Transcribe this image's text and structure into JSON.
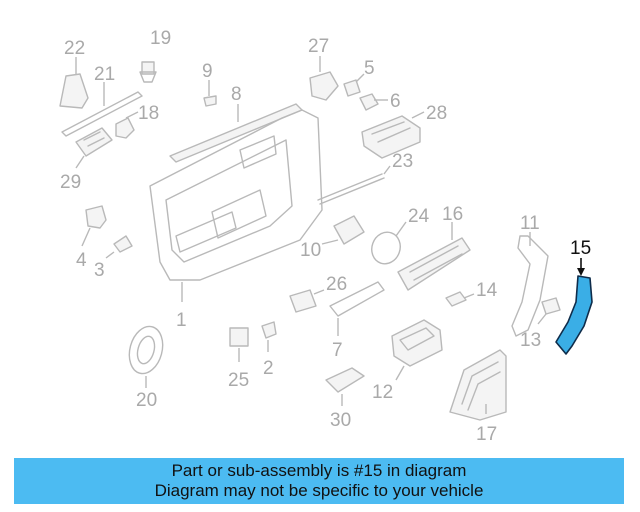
{
  "colors": {
    "highlight": "#3aaee6",
    "banner": "#4cbbf2",
    "parts": "#b9b9b9"
  },
  "callouts": {
    "n1": "1",
    "n2": "2",
    "n3": "3",
    "n4": "4",
    "n5": "5",
    "n6": "6",
    "n7": "7",
    "n8": "8",
    "n9": "9",
    "n10": "10",
    "n11": "11",
    "n12": "12",
    "n13": "13",
    "n14": "14",
    "n15": "15",
    "n16": "16",
    "n17": "17",
    "n18": "18",
    "n19": "19",
    "n20": "20",
    "n21": "21",
    "n22": "22",
    "n23": "23",
    "n24": "24",
    "n25": "25",
    "n26": "26",
    "n27": "27",
    "n28": "28",
    "n29": "29",
    "n30": "30"
  },
  "highlighted_part": "15",
  "banner": {
    "line1": "Part or sub-assembly is #15 in diagram",
    "line2": "Diagram may not be specific to your vehicle"
  }
}
